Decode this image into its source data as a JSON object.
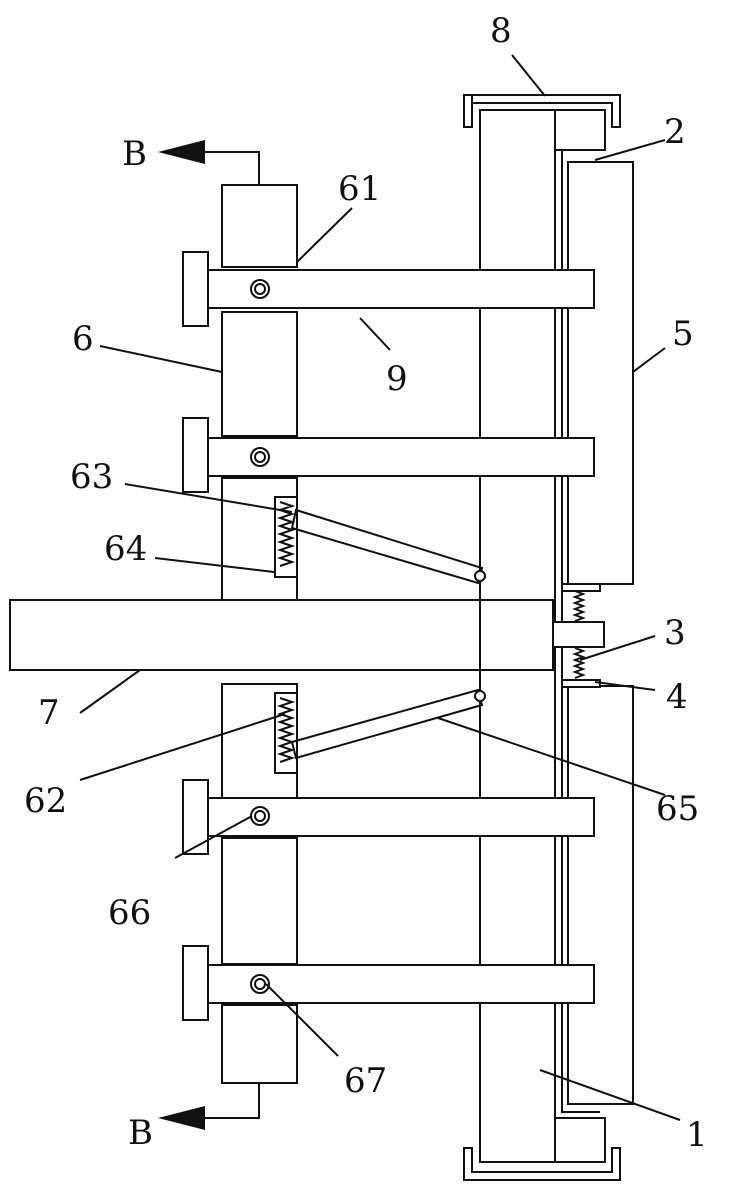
{
  "figure": {
    "section_marks": [
      "B",
      "B"
    ],
    "part_labels": {
      "p1": "1",
      "p2": "2",
      "p3": "3",
      "p4": "4",
      "p5": "5",
      "p6": "6",
      "p7": "7",
      "p8": "8",
      "p9": "9",
      "p61": "61",
      "p62": "62",
      "p63": "63",
      "p64": "64",
      "p65": "65",
      "p66": "66",
      "p67": "67"
    }
  }
}
